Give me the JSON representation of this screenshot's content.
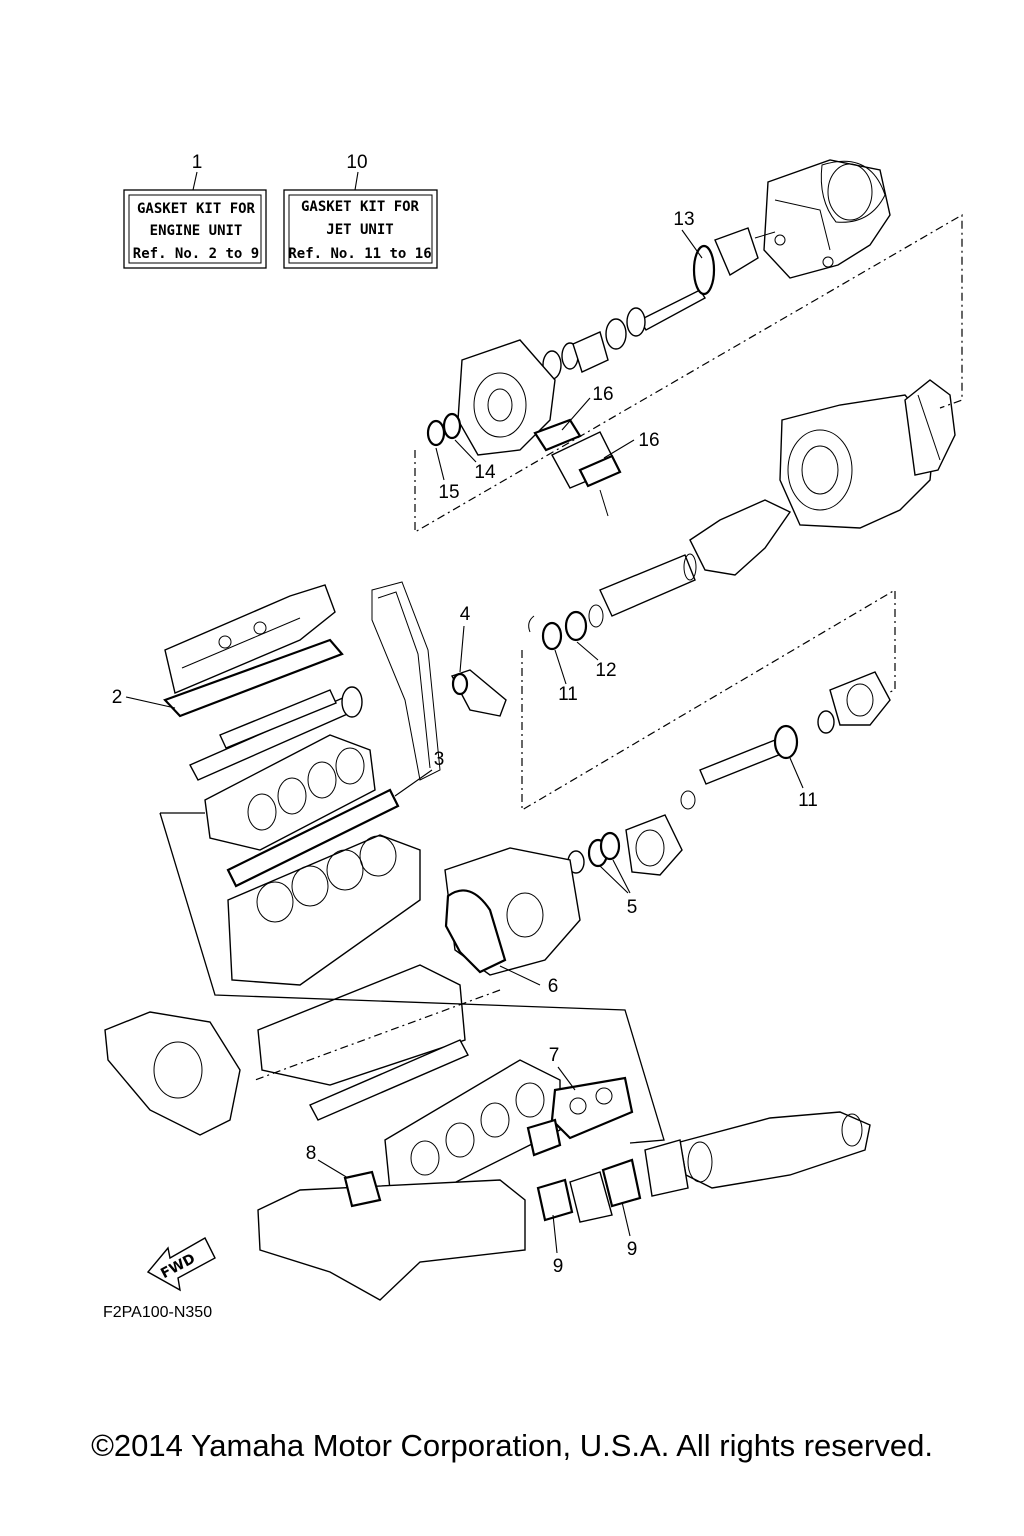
{
  "kits": [
    {
      "ref": "1",
      "lines": [
        "GASKET KIT FOR",
        "ENGINE UNIT",
        "Ref. No. 2 to 9"
      ]
    },
    {
      "ref": "10",
      "lines": [
        "GASKET KIT FOR",
        "JET UNIT",
        "Ref. No. 11 to 16"
      ]
    }
  ],
  "callouts": {
    "c2": "2",
    "c3": "3",
    "c4": "4",
    "c5": "5",
    "c6": "6",
    "c7": "7",
    "c8": "8",
    "c9a": "9",
    "c9b": "9",
    "c11a": "11",
    "c11b": "11",
    "c12": "12",
    "c13": "13",
    "c14": "14",
    "c15": "15",
    "c16a": "16",
    "c16b": "16"
  },
  "fwd_label": "FWD",
  "diagram_code": "F2PA100-N350",
  "copyright": "©2014 Yamaha Motor Corporation, U.S.A. All rights reserved."
}
